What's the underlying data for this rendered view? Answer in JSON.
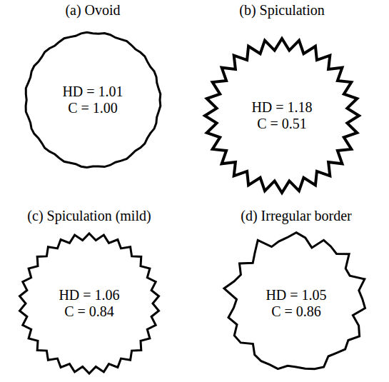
{
  "diagram": {
    "nodes": [
      {
        "text": [
          "(a) Ovoid",
          "HD = 1.01",
          "C = 1.00"
        ]
      },
      {
        "text": [
          "(b) Spiculation",
          "HD = 1.18",
          "C = 0.51"
        ]
      },
      {
        "text": [
          "(c) Spiculation (mild)",
          "HD = 1.06",
          "C = 0.84"
        ]
      },
      {
        "text": [
          "(d) Irregular border",
          "HD = 1.05",
          "C = 0.86"
        ]
      }
    ]
  }
}
